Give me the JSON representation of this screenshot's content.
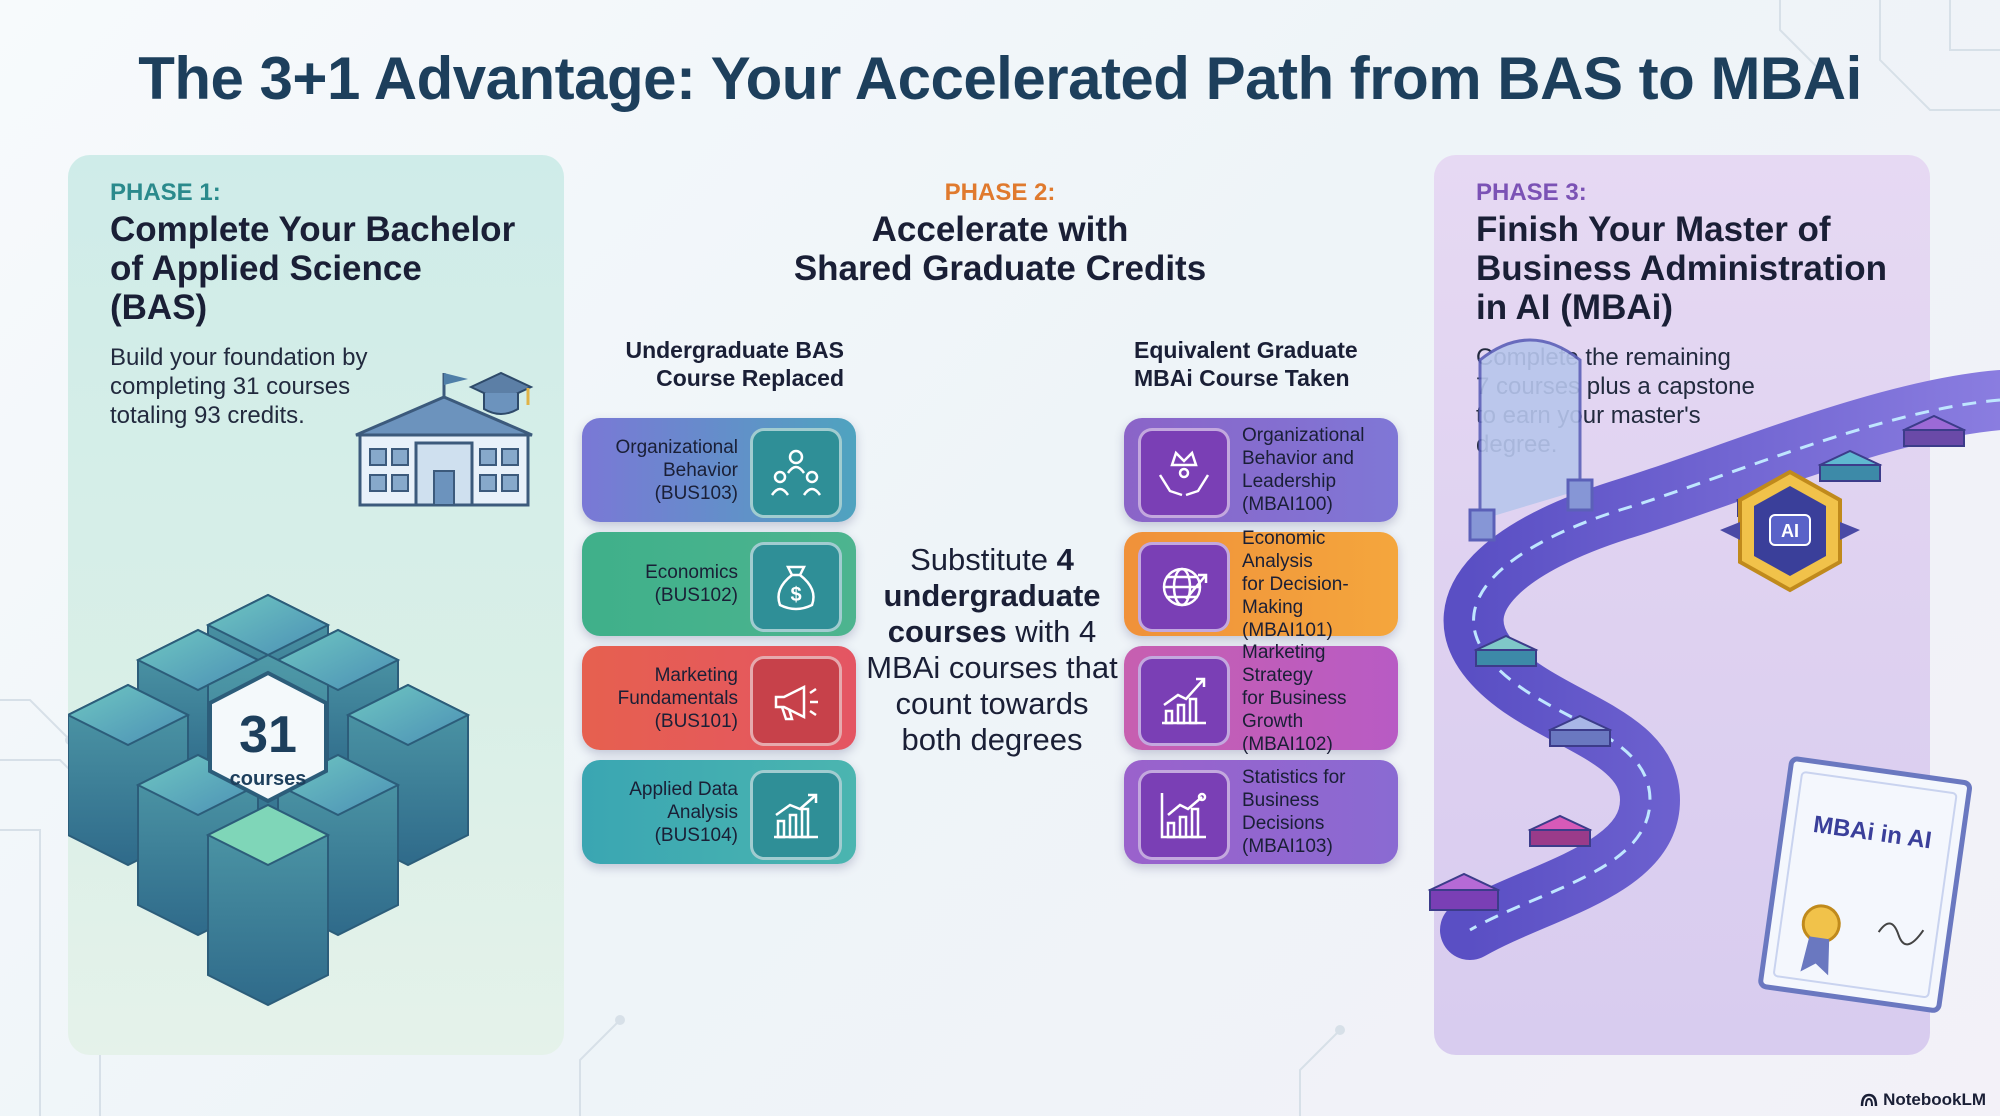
{
  "title": "The 3+1 Advantage: Your Accelerated Path from BAS to MBAi",
  "colors": {
    "phase1": "#2a8a8c",
    "phase2": "#e07a2e",
    "phase3": "#7b52b5"
  },
  "phase1": {
    "label": "PHASE 1:",
    "title_lines": [
      "Complete Your Bachelor",
      "of Applied Science",
      "(BAS)"
    ],
    "desc_lines": [
      "Build your foundation by",
      "completing 31 courses",
      "totaling 93 credits."
    ],
    "badge_number": "31",
    "badge_unit": "courses"
  },
  "phase2": {
    "label": "PHASE 2:",
    "title_lines": [
      "Accelerate with",
      "Shared Graduate Credits"
    ],
    "left_header": [
      "Undergraduate BAS",
      "Course Replaced"
    ],
    "right_header": [
      "Equivalent Graduate",
      "MBAi Course Taken"
    ],
    "undergrad": [
      {
        "lines": [
          "Organizational",
          "Behavior",
          "(BUS103)"
        ],
        "icon": "team-icon"
      },
      {
        "lines": [
          "Economics",
          "(BUS102)"
        ],
        "icon": "money-bag-icon"
      },
      {
        "lines": [
          "Marketing",
          "Fundamentals",
          "(BUS101)"
        ],
        "icon": "megaphone-icon"
      },
      {
        "lines": [
          "Applied Data",
          "Analysis",
          "(BUS104)"
        ],
        "icon": "bar-chart-icon"
      }
    ],
    "graduate": [
      {
        "lines": [
          "Organizational",
          "Behavior and",
          "Leadership",
          "(MBAI100)"
        ],
        "icon": "crown-hands-icon"
      },
      {
        "lines": [
          "Economic Analysis",
          "for Decision-Making",
          "(MBAI101)"
        ],
        "icon": "globe-icon"
      },
      {
        "lines": [
          "Marketing Strategy",
          "for Business Growth",
          "(MBAI102)"
        ],
        "icon": "growth-chart-icon"
      },
      {
        "lines": [
          "Statistics for",
          "Business Decisions",
          "(MBAI103)"
        ],
        "icon": "statistics-icon"
      }
    ],
    "center": {
      "l1_a": "Substitute ",
      "l1_b": "4",
      "l2": "undergraduate",
      "l3_a": "courses",
      "l3_b": " with 4",
      "l4": "MBAi courses that",
      "l5": "count towards",
      "l6": "both degrees"
    }
  },
  "phase3": {
    "label": "PHASE 3:",
    "title_lines": [
      "Finish Your Master of",
      "Business Administration",
      "in AI (MBAi)"
    ],
    "desc_lines": [
      "Complete the remaining",
      "7 courses plus a capstone",
      "to earn your master's",
      "degree."
    ],
    "ai_badge": "AI",
    "diploma_text": "MBAi in AI"
  },
  "brand": "NotebookLM"
}
